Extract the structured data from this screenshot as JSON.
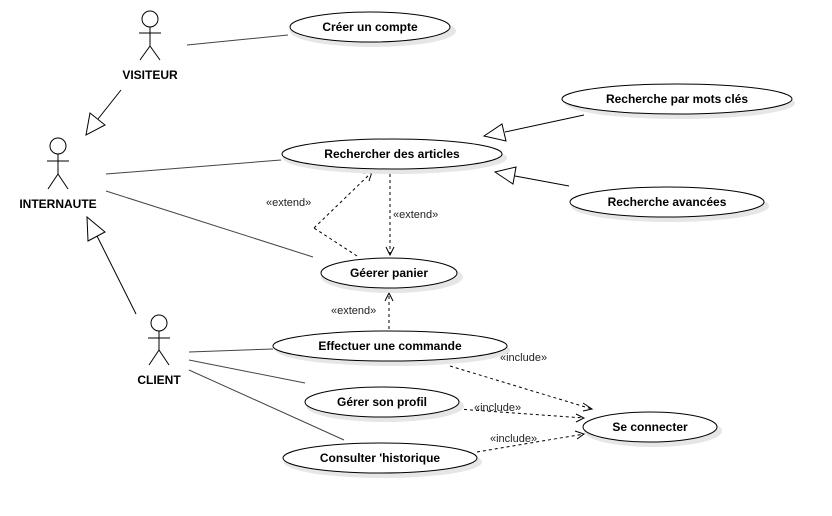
{
  "actors": {
    "visiteur": "VISITEUR",
    "internaute": "INTERNAUTE",
    "client": "CLIENT"
  },
  "use_cases": {
    "creer_compte": "Créer un compte",
    "rechercher_articles": "Rechercher des articles",
    "recherche_mots_cles": "Recherche par mots clés",
    "recherche_avancees": "Recherche avancées",
    "gerer_panier": "Géerer panier",
    "effectuer_commande": "Effectuer une commande",
    "gerer_profil": "Gérer son profil",
    "consulter_historique": "Consulter 'historique",
    "se_connecter": "Se connecter"
  },
  "stereotypes": {
    "extend_1": "«extend»",
    "extend_2": "«extend»",
    "extend_3": "«extend»",
    "include_1": "«include»",
    "include_2": "«include»",
    "include_3": "«include»"
  }
}
